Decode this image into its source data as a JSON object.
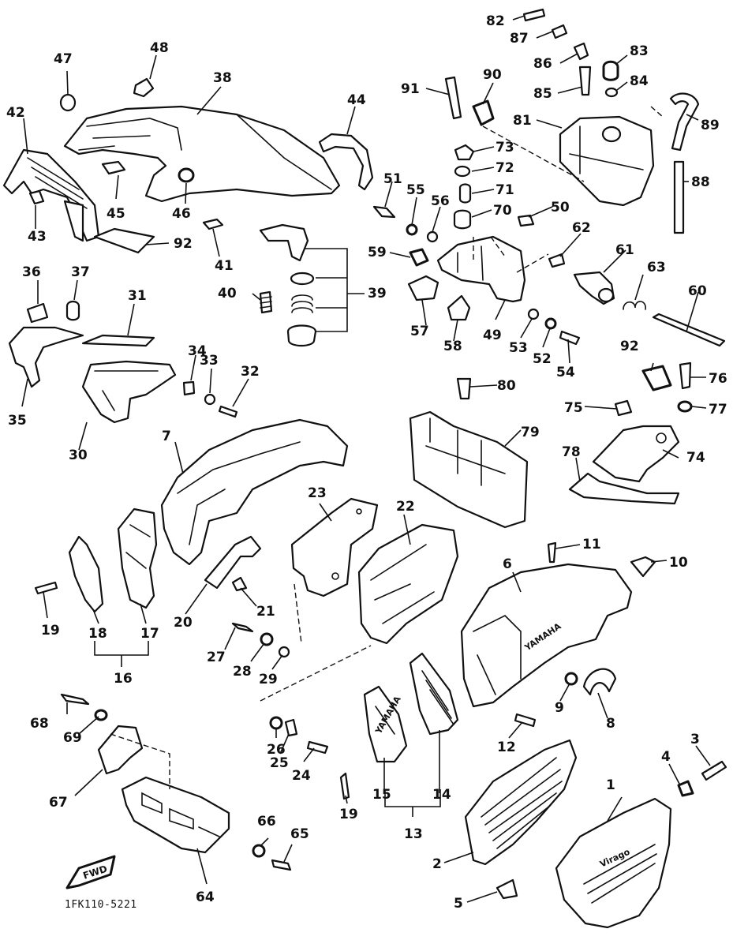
{
  "diagram": {
    "caption": "1FK110-5221",
    "direction_label": "FWD",
    "brand_mark_tank": "YAMAHA",
    "brand_mark_panel": "YAMAHA",
    "emblem_text": "Virago",
    "callouts": {
      "c1": "1",
      "c2": "2",
      "c3": "3",
      "c4": "4",
      "c5": "5",
      "c6": "6",
      "c7": "7",
      "c8": "8",
      "c9": "9",
      "c10": "10",
      "c11": "11",
      "c12": "12",
      "c13": "13",
      "c14": "14",
      "c15": "15",
      "c16": "16",
      "c17": "17",
      "c18": "18",
      "c19a": "19",
      "c19b": "19",
      "c20": "20",
      "c21": "21",
      "c22": "22",
      "c23": "23",
      "c24": "24",
      "c25": "25",
      "c26": "26",
      "c27": "27",
      "c28": "28",
      "c29": "29",
      "c30": "30",
      "c31": "31",
      "c32": "32",
      "c33": "33",
      "c34": "34",
      "c35": "35",
      "c36": "36",
      "c37": "37",
      "c38": "38",
      "c39": "39",
      "c40": "40",
      "c41": "41",
      "c42": "42",
      "c43": "43",
      "c44": "44",
      "c45": "45",
      "c46": "46",
      "c47": "47",
      "c48": "48",
      "c49": "49",
      "c50": "50",
      "c51": "51",
      "c52": "52",
      "c53": "53",
      "c54": "54",
      "c55": "55",
      "c56": "56",
      "c57": "57",
      "c58": "58",
      "c59": "59",
      "c60": "60",
      "c61": "61",
      "c62": "62",
      "c63": "63",
      "c64": "64",
      "c65": "65",
      "c66": "66",
      "c67": "67",
      "c68": "68",
      "c69": "69",
      "c70": "70",
      "c71": "71",
      "c72": "72",
      "c73": "73",
      "c74": "74",
      "c75": "75",
      "c76": "76",
      "c77": "77",
      "c78": "78",
      "c79": "79",
      "c80": "80",
      "c81": "81",
      "c82": "82",
      "c83": "83",
      "c84": "84",
      "c85": "85",
      "c86": "86",
      "c87": "87",
      "c88": "88",
      "c89": "89",
      "c90": "90",
      "c91": "91",
      "c92a": "92",
      "c92b": "92"
    }
  }
}
